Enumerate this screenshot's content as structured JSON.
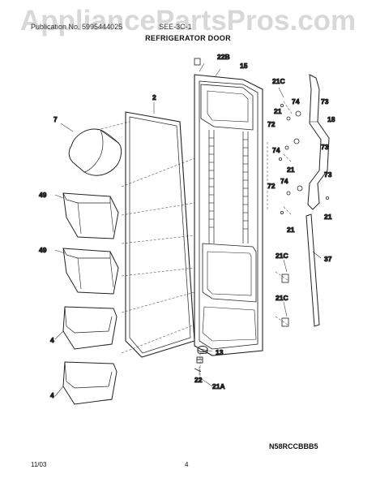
{
  "watermark": "AppliancePartsPros.com",
  "header": {
    "publication": "Publication No. 5995444025",
    "model": "SEE-3C-1"
  },
  "title": "REFRIGERATOR DOOR",
  "callouts": {
    "c22B": "22B",
    "c15": "15",
    "c21C_top": "21C",
    "c2": "2",
    "c7": "7",
    "c21_a": "21",
    "c74_a": "74",
    "c73_a": "73",
    "c18": "18",
    "c72_a": "72",
    "c74_b": "74",
    "c73_b": "73",
    "c21_b": "21",
    "c74_c": "74",
    "c73_c": "73",
    "c72_b": "72",
    "c21_c": "21",
    "c21_d": "21",
    "c49_a": "49",
    "c49_b": "49",
    "c37": "37",
    "c21C_mid": "21C",
    "c21C_low": "21C",
    "c4_a": "4",
    "c4_b": "4",
    "c13": "13",
    "c22": "22",
    "c21A": "21A"
  },
  "footer": {
    "model_code": "N58RCCBBB5",
    "date": "11/03",
    "page": "4"
  }
}
